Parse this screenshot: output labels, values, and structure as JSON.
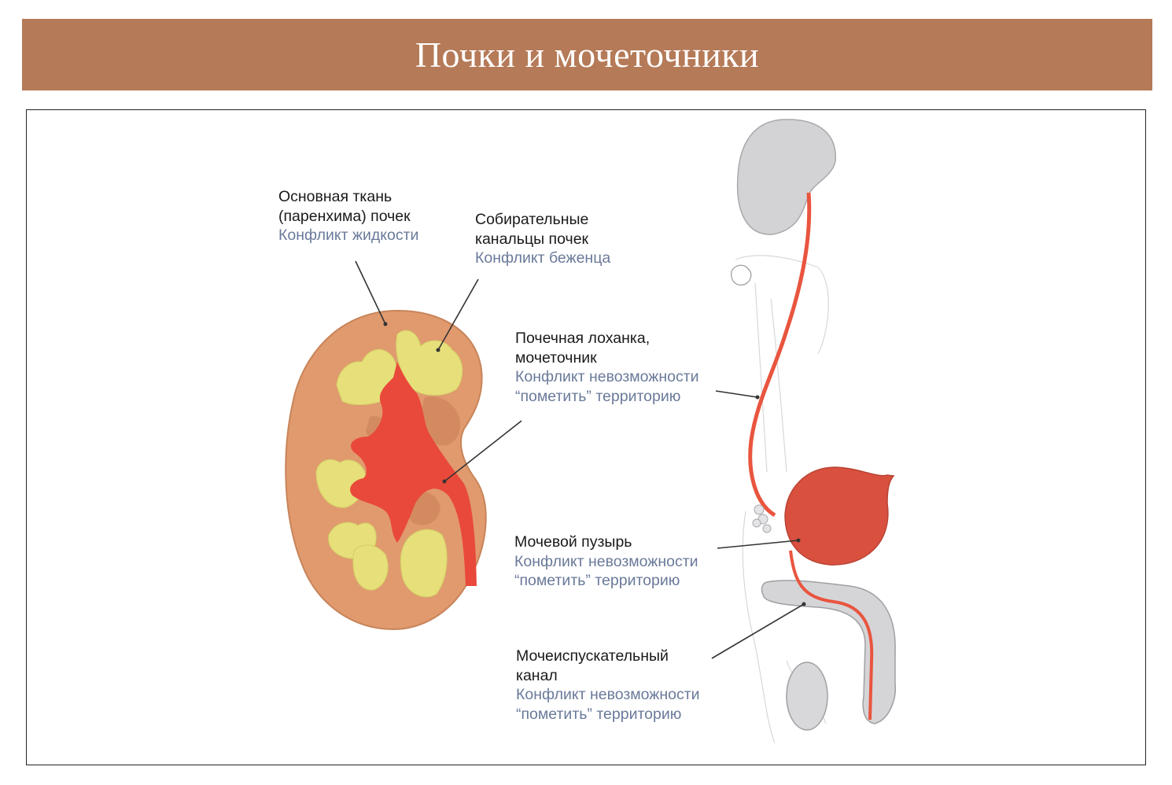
{
  "title": "Почки и мочеточники",
  "colors": {
    "header_bg": "#b57a58",
    "parenchyma": "#e09a6e",
    "collecting_tubules": "#e6df7a",
    "pelvis_ureter": "#e9493a",
    "bladder": "#d9503f",
    "organ_gray": "#cfcfd1"
  },
  "labels": {
    "parenchyma": {
      "line1": "Основная ткань",
      "line2": "(паренхима) почек",
      "conflict": "Конфликт жидкости"
    },
    "tubules": {
      "line1": "Собирательные",
      "line2": "канальцы почек",
      "conflict": "Конфликт беженца"
    },
    "pelvis": {
      "line1": "Почечная лоханка,",
      "line2": "мочеточник",
      "conflict1": "Конфликт невозможности",
      "conflict2": "“пометить” территорию"
    },
    "bladder": {
      "line1": "Мочевой пузырь",
      "conflict1": "Конфликт невозможности",
      "conflict2": "“пометить” территорию"
    },
    "urethra": {
      "line1": "Мочеиспускательный",
      "line2": "канал",
      "conflict1": "Конфликт невозможности",
      "conflict2": "“пометить” территорию"
    }
  }
}
